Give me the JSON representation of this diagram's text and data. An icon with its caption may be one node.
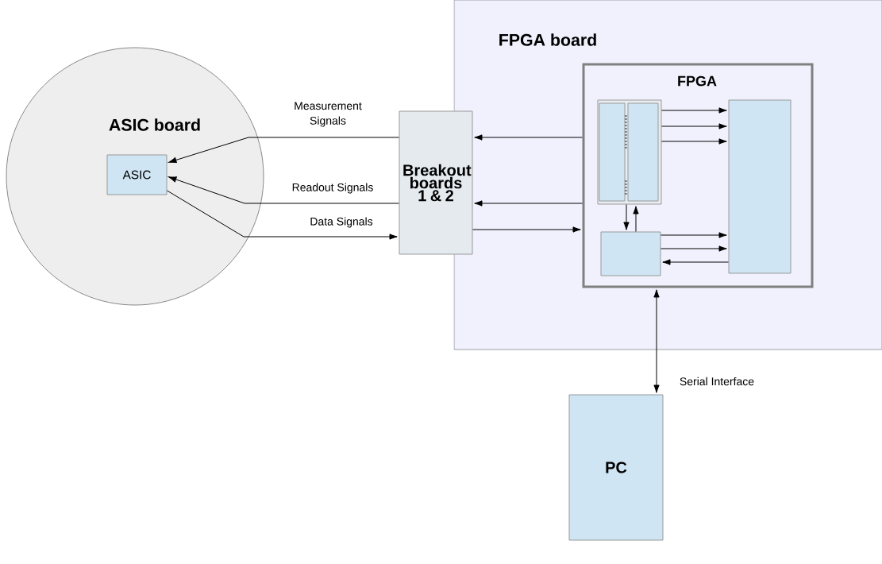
{
  "diagram": {
    "nodes": [
      {
        "text": [
          "ASIC board"
        ]
      },
      {
        "text": [
          "ASIC"
        ],
        "in": 0
      },
      {
        "text": [
          "Breakout boards 1 & 2"
        ]
      },
      {
        "text": [
          "FPGA board"
        ]
      },
      {
        "text": [
          "FPGA"
        ],
        "in": 3
      },
      {
        "text": [],
        "shape": "box",
        "in": 4
      },
      {
        "text": [],
        "shape": "box",
        "in": 5
      },
      {
        "text": [],
        "shape": "box",
        "in": 5
      },
      {
        "text": [],
        "shape": "box",
        "in": 4
      },
      {
        "text": [],
        "shape": "box",
        "in": 4
      },
      {
        "text": [
          "PC"
        ]
      }
    ],
    "edges": [
      {
        "from": 2,
        "to": 1,
        "arrow": "to",
        "label": "Measurement Signals"
      },
      {
        "from": 2,
        "to": 1,
        "arrow": "to",
        "label": "Readout Signals"
      },
      {
        "from": 1,
        "to": 2,
        "arrow": "to",
        "label": "Data Signals"
      },
      {
        "from": 4,
        "to": 2,
        "arrow": "to"
      },
      {
        "from": 4,
        "to": 2,
        "arrow": "to"
      },
      {
        "from": 2,
        "to": 4,
        "arrow": "to"
      },
      {
        "from": 5,
        "to": 9,
        "arrow": "to"
      },
      {
        "from": 5,
        "to": 9,
        "arrow": "to"
      },
      {
        "from": 5,
        "to": 9,
        "arrow": "to"
      },
      {
        "from": 5,
        "to": 8,
        "arrow": "to"
      },
      {
        "from": 8,
        "to": 5,
        "arrow": "to"
      },
      {
        "from": 8,
        "to": 9,
        "arrow": "to"
      },
      {
        "from": 8,
        "to": 9,
        "arrow": "to"
      },
      {
        "from": 9,
        "to": 8,
        "arrow": "to"
      },
      {
        "from": 4,
        "to": 10,
        "arrow": "both",
        "label": "Serial Interface"
      }
    ]
  }
}
